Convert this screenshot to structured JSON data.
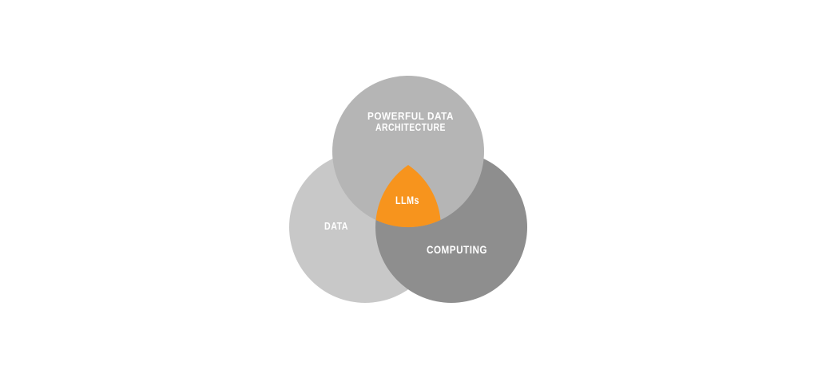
{
  "venn": {
    "background": "#ffffff",
    "label_color": "#ffffff",
    "sets": [
      {
        "name": "powerful-data-architecture",
        "label_line1": "POWERFUL DATA",
        "label_line2": "ARCHITECTURE",
        "color": "#b5b5b5"
      },
      {
        "name": "data",
        "label": "DATA",
        "color": "#c8c8c8"
      },
      {
        "name": "computing",
        "label": "COMPUTING",
        "color": "#8e8e8e"
      }
    ],
    "intersection": {
      "label": "LLMs",
      "color": "#f7941d"
    }
  }
}
